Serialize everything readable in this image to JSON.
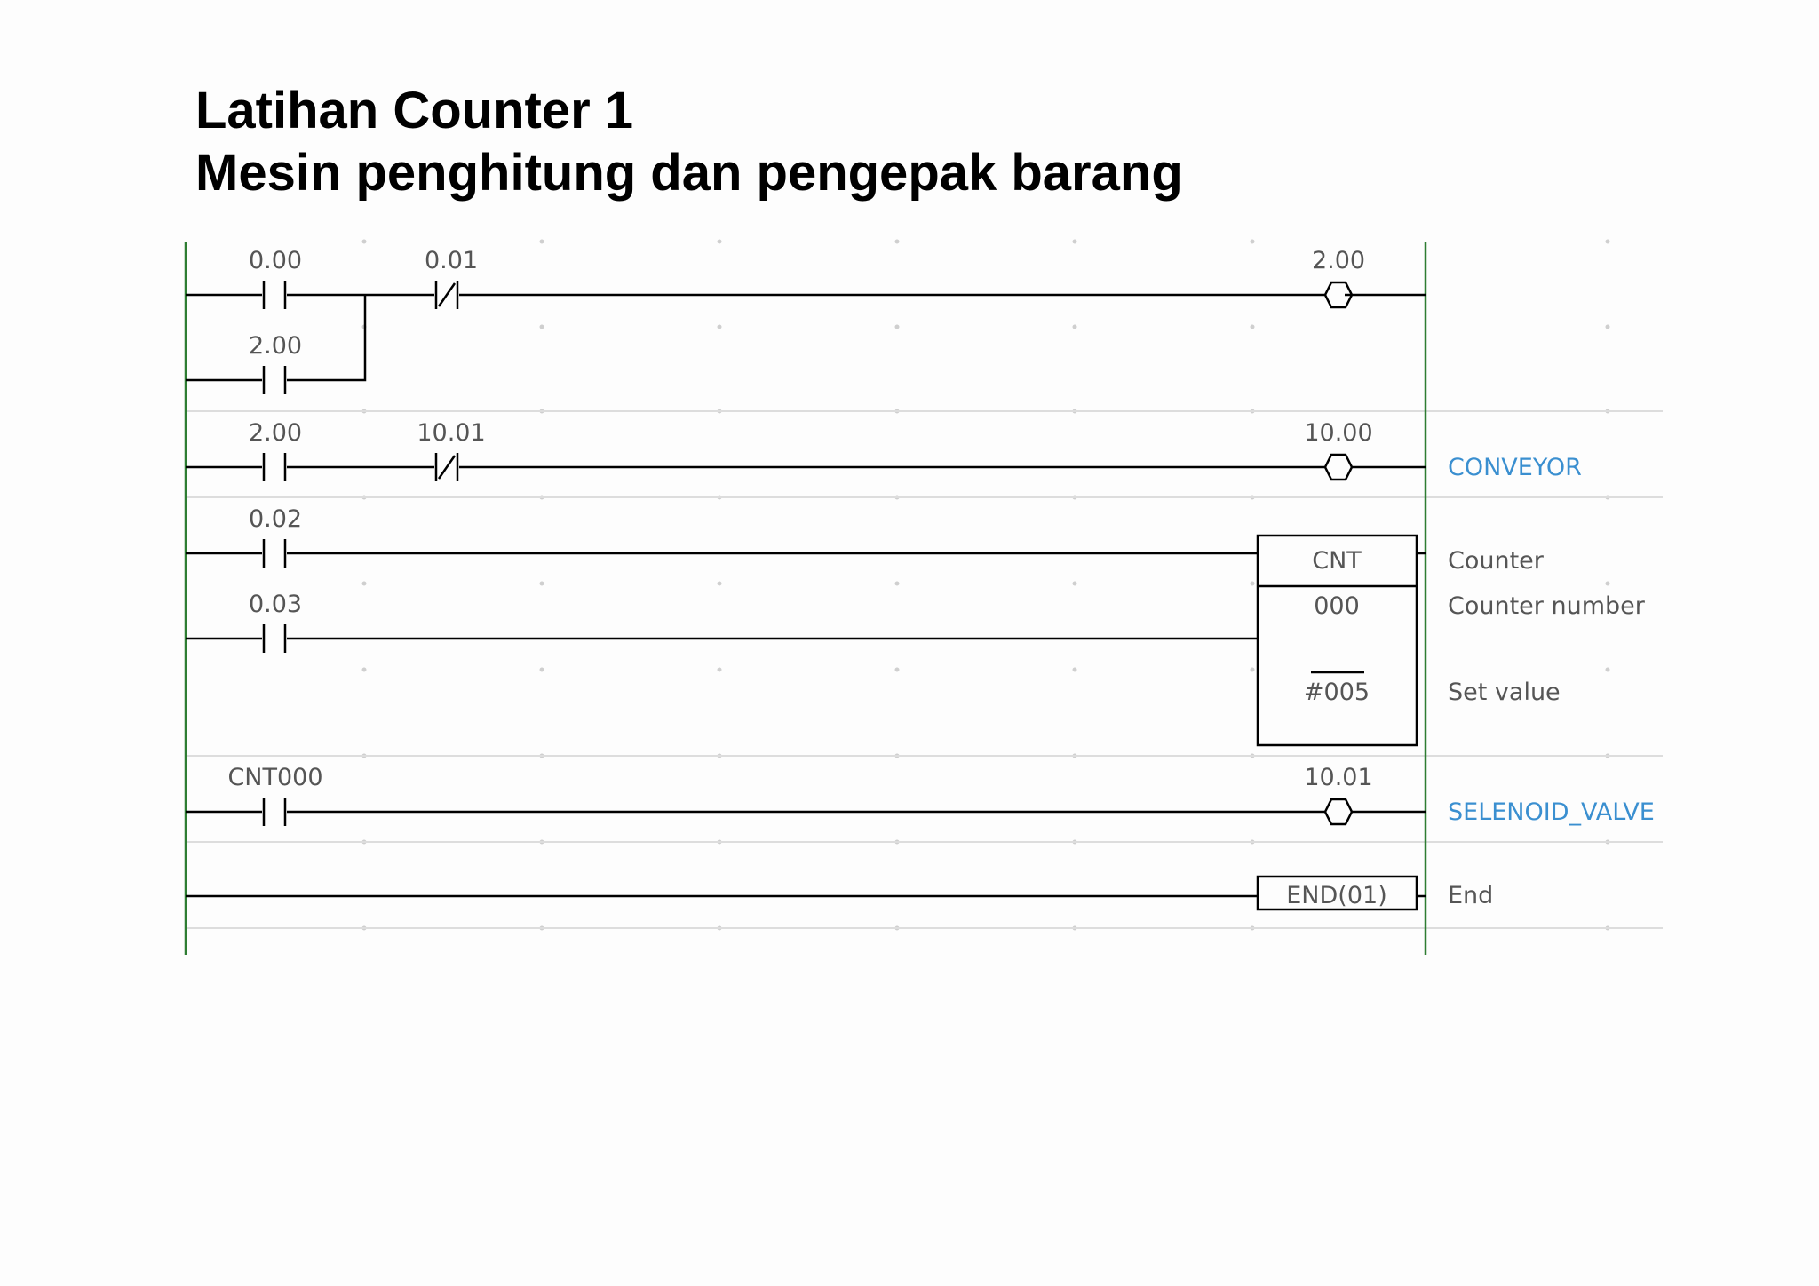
{
  "title": {
    "line1": "Latihan Counter 1",
    "line2": "Mesin penghitung dan pengepak barang"
  },
  "rungs": [
    {
      "contacts": [
        {
          "address": "0.00",
          "type": "no"
        },
        {
          "address": "0.01",
          "type": "nc"
        },
        {
          "address": "2.00",
          "type": "no",
          "branch": true
        }
      ],
      "output": {
        "type": "coil",
        "address": "2.00",
        "comment": ""
      }
    },
    {
      "contacts": [
        {
          "address": "2.00",
          "type": "no"
        },
        {
          "address": "10.01",
          "type": "nc"
        }
      ],
      "output": {
        "type": "coil",
        "address": "10.00",
        "comment": "CONVEYOR"
      }
    },
    {
      "contacts": [
        {
          "address": "0.02",
          "type": "no"
        },
        {
          "address": "0.03",
          "type": "no"
        }
      ],
      "output": {
        "type": "counter",
        "instruction": "CNT",
        "number": "000",
        "set_value": "#005",
        "comment_instruction": "Counter",
        "comment_number": "Counter number",
        "comment_set_value": "Set value"
      }
    },
    {
      "contacts": [
        {
          "address": "CNT000",
          "type": "no"
        }
      ],
      "output": {
        "type": "coil",
        "address": "10.01",
        "comment": "SELENOID_VALVE"
      }
    },
    {
      "contacts": [],
      "output": {
        "type": "end",
        "instruction": "END(01)",
        "comment": "End"
      }
    }
  ],
  "colors": {
    "rail": "#2e7d32",
    "comment_blue": "#3a8fd0",
    "text_gray": "#555555"
  }
}
